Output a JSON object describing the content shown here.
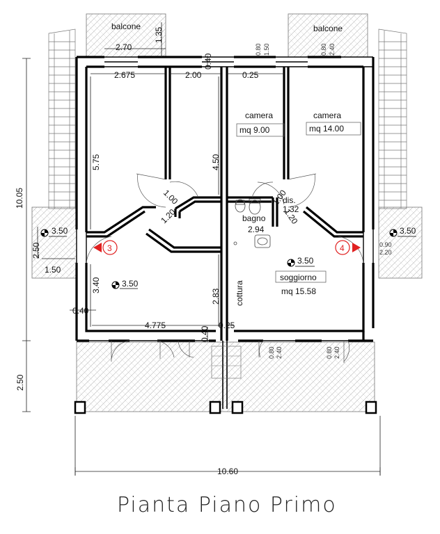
{
  "title": "Pianta Piano Primo",
  "rooms": {
    "balcone_left": "balcone",
    "balcone_right": "balcone",
    "camera_left": "camera",
    "camera_left_area": "mq  9.00",
    "camera_right": "camera",
    "camera_right_area": "mq  14.00",
    "bagno": "bagno",
    "bagno_area": "2.94",
    "dis": "dis.",
    "dis_area": "1.32",
    "cottura": "cottura",
    "soggiorno": "soggiorno",
    "soggiorno_area": "mq  15.58"
  },
  "dimensions": {
    "d_1_35": "1.35",
    "d_2_70": "2.70",
    "d_0_40_top": "0.40",
    "d_2_675": "2.675",
    "d_2_00": "2.00",
    "d_0_25_top": "0.25",
    "d_5_75": "5.75",
    "d_4_50": "4.50",
    "d_10_05": "10.05",
    "d_1_00": "1.00",
    "d_1_20_left": "1.20",
    "d_1_00_right": "1.00",
    "d_1_20_right": "1.20",
    "d_2_50_left": "2.50",
    "d_1_50": "1.50",
    "d_3_40": "3.40",
    "d_0_40_left": "0.40",
    "d_4_775": "4.775",
    "d_2_83": "2.83",
    "d_0_25_bottom": "0.25",
    "d_0_40_bottom": "0.40",
    "d_2_50_bottom": "2.50",
    "d_10_60": "10.60"
  },
  "levels": {
    "lv_left": "3.50",
    "lv_inner": "3.50",
    "lv_right": "3.50",
    "lv_center": "3.50"
  },
  "window_notes": {
    "w1a": "0.80",
    "w1b": "1.50",
    "w2a": "0.80",
    "w2b": "2.40",
    "w3a": "0.90",
    "w3b": "2.20",
    "w4a": "0.80",
    "w4b": "2.40",
    "w5a": "0.80",
    "w5b": "2.40"
  },
  "section_marks": {
    "left": "3",
    "right": "4"
  },
  "colors": {
    "wall": "#000000",
    "section_mark": "#e02020",
    "hatch": "#9a9a9a"
  }
}
